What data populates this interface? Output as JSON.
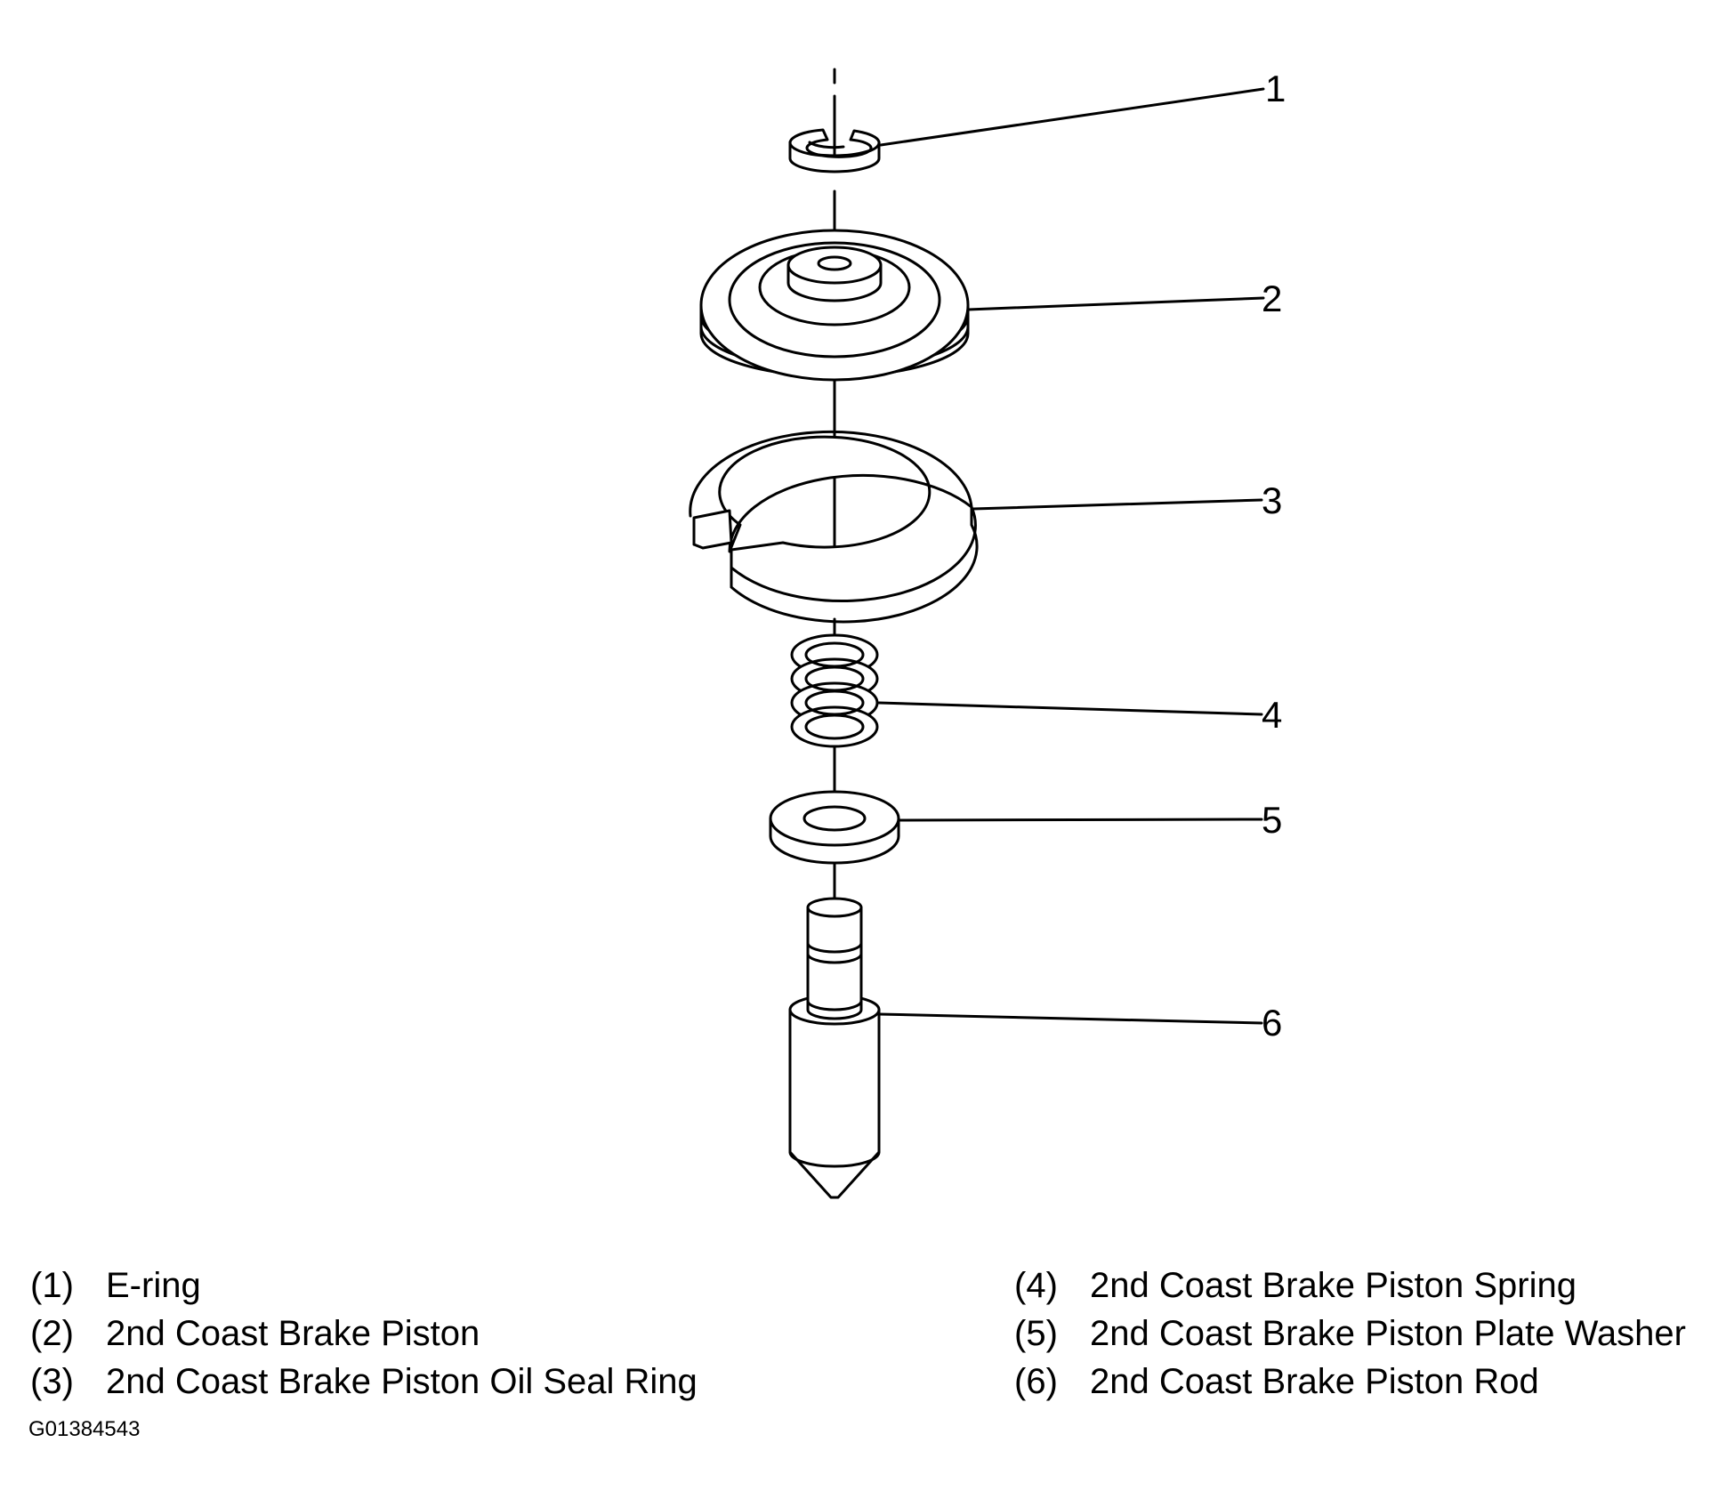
{
  "callouts": [
    "1",
    "2",
    "3",
    "4",
    "5",
    "6"
  ],
  "legend": {
    "left": [
      {
        "num": "(1)",
        "text": "E-ring"
      },
      {
        "num": "(2)",
        "text": "2nd Coast Brake Piston"
      },
      {
        "num": "(3)",
        "text": "2nd Coast Brake Piston Oil Seal Ring"
      }
    ],
    "right": [
      {
        "num": "(4)",
        "text": "2nd Coast Brake Piston Spring"
      },
      {
        "num": "(5)",
        "text": "2nd Coast Brake Piston Plate Washer"
      },
      {
        "num": "(6)",
        "text": "2nd Coast Brake Piston Rod"
      }
    ]
  },
  "figure_id": "G01384543"
}
